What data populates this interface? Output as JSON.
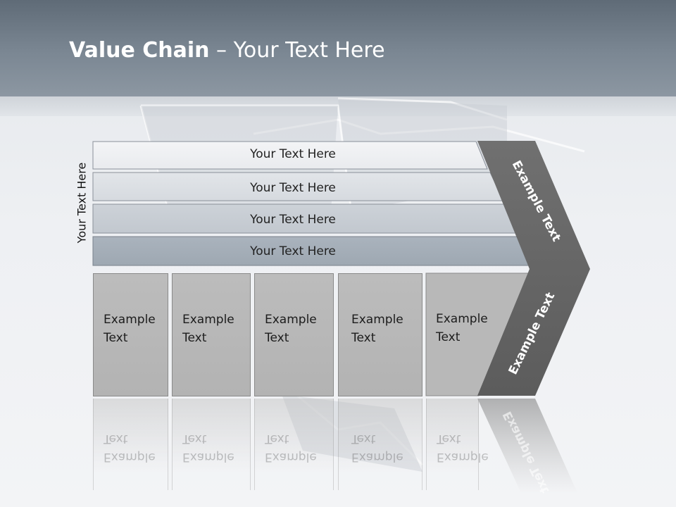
{
  "title": {
    "bold": "Value Chain",
    "rest": " – Your Text Here"
  },
  "side_label": "Your Text Here",
  "bars": [
    {
      "label": "Your Text Here"
    },
    {
      "label": "Your Text Here"
    },
    {
      "label": "Your Text Here"
    },
    {
      "label": "Your Text Here"
    }
  ],
  "arrow_labels": {
    "upper": "Example Text",
    "lower": "Example Text"
  },
  "boxes": [
    {
      "line1": "Example",
      "line2": "Text"
    },
    {
      "line1": "Example",
      "line2": "Text"
    },
    {
      "line1": "Example",
      "line2": "Text"
    },
    {
      "line1": "Example",
      "line2": "Text"
    },
    {
      "line1": "Example",
      "line2": "Text"
    }
  ],
  "colors": {
    "header": "#7b8793",
    "arrow": "#666666",
    "box": "#b8b8b8"
  }
}
